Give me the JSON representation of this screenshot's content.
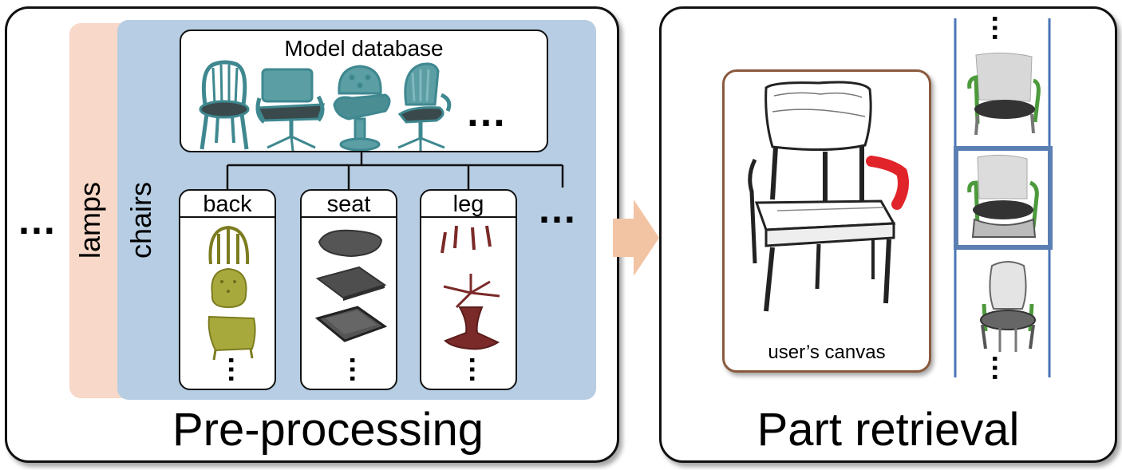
{
  "left_panel": {
    "title": "Pre-processing",
    "outer_ellipsis": "…",
    "category_lamps": "lamps",
    "category_chairs": "chairs",
    "model_database": {
      "label": "Model database",
      "ellipsis": "…"
    },
    "parts": [
      {
        "label": "back",
        "colors": [
          "#a8a93c",
          "#8f8f2a"
        ]
      },
      {
        "label": "seat",
        "colors": [
          "#555555",
          "#333333"
        ]
      },
      {
        "label": "leg",
        "colors": [
          "#7a2a28",
          "#5a1d1c"
        ]
      }
    ],
    "parts_ellipsis": "…",
    "colors": {
      "chairs_bg": "#b7cde3",
      "lamps_bg": "#f8d8c8",
      "model_teal": "#5b9ea4"
    }
  },
  "arrow": {
    "color": "#f3c4a3"
  },
  "right_panel": {
    "title": "Part retrieval",
    "canvas_label": "user’s canvas",
    "colors": {
      "canvas_border": "#8a5a3e",
      "selection_border": "#5b7fb3",
      "column_lines": "#4a76b6",
      "highlight_part": "#e0242a"
    }
  }
}
